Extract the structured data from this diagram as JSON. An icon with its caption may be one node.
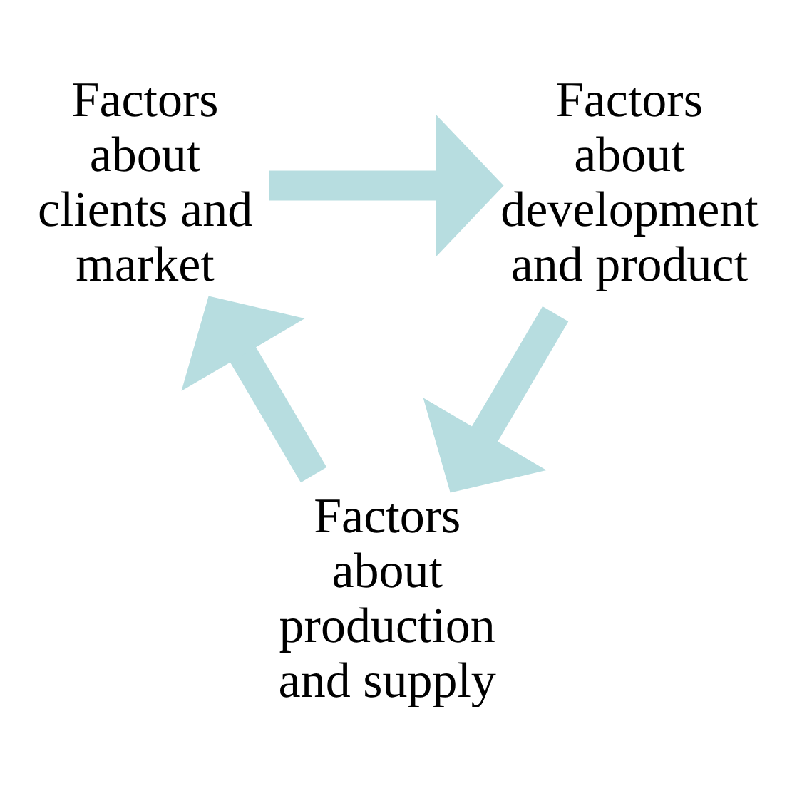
{
  "diagram": {
    "nodes": [
      {
        "text": [
          "Factors about clients and market"
        ]
      },
      {
        "text": [
          "Factors about development and product"
        ]
      },
      {
        "text": [
          "Factors about production and supply"
        ]
      }
    ],
    "edges": [
      {
        "from": 0,
        "to": 1,
        "arrow": "to",
        "color": "#b7dde0"
      },
      {
        "from": 1,
        "to": 2,
        "arrow": "to",
        "color": "#b7dde0"
      },
      {
        "from": 2,
        "to": 0,
        "arrow": "to",
        "color": "#b7dde0"
      }
    ]
  }
}
